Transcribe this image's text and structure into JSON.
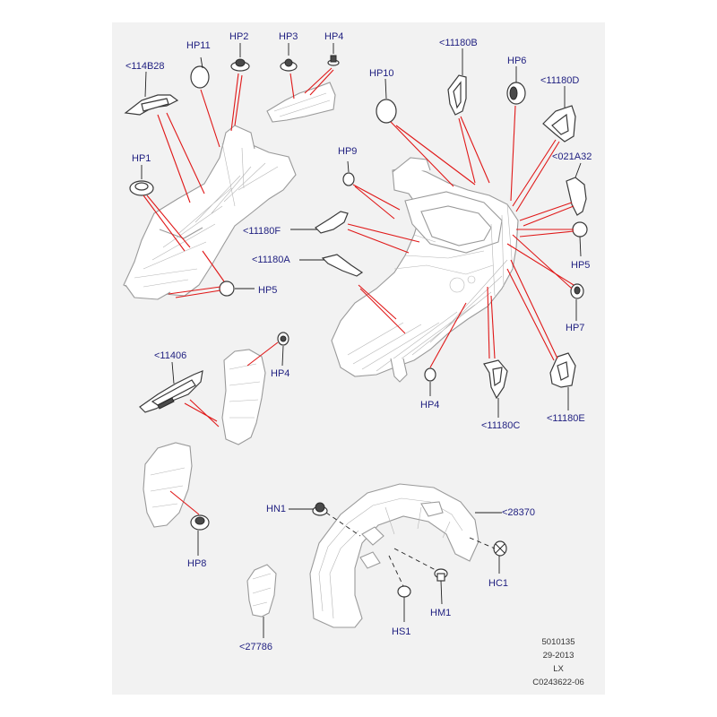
{
  "callouts": {
    "c114B28": "<114B28",
    "hp11": "HP11",
    "hp2": "HP2",
    "hp3": "HP3",
    "hp4_top": "HP4",
    "c11180B": "<11180B",
    "hp10": "HP10",
    "hp6": "HP6",
    "c11180D": "<11180D",
    "hp9": "HP9",
    "c021A32": "<021A32",
    "hp1": "HP1",
    "c11180F": "<11180F",
    "c11180A": "<11180A",
    "hp5_right": "HP5",
    "hp5_left": "HP5",
    "hp7": "HP7",
    "c11406": "<11406",
    "hp4_mid": "HP4",
    "hp4_low": "HP4",
    "c11180C": "<11180C",
    "c11180E": "<11180E",
    "hp8": "HP8",
    "hn1": "HN1",
    "c28370": "<28370",
    "hc1": "HC1",
    "hm1": "HM1",
    "hs1": "HS1",
    "c27786": "<27786"
  },
  "reference": {
    "line1": "5010135",
    "line2": "29-2013",
    "line3": "LX",
    "line4": "C0243622-06"
  }
}
